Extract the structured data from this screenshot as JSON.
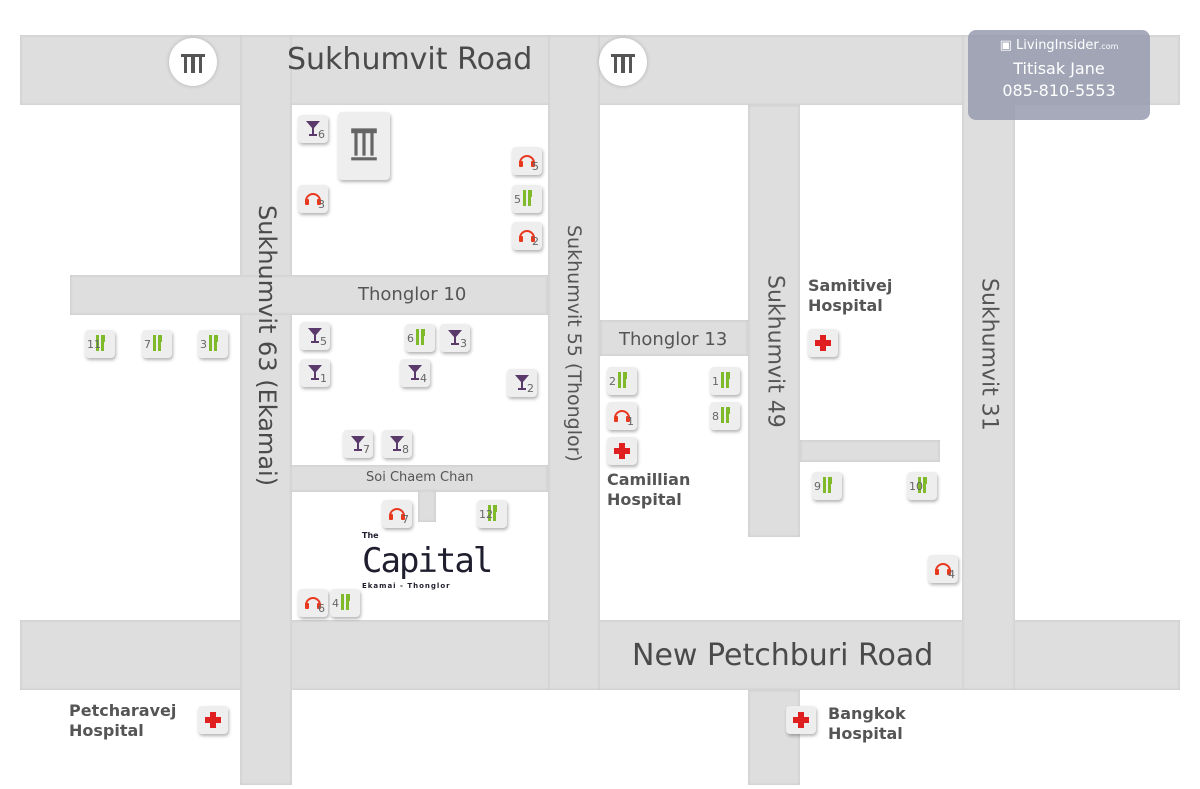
{
  "roads": {
    "sukhumvit": "Sukhumvit Road",
    "new_petchburi": "New Petchburi Road",
    "soi63": "Sukhumvit 63 (Ekamai)",
    "soi55": "Sukhumvit 55 (Thonglor)",
    "soi49": "Sukhumvit 49",
    "soi31": "Sukhumvit 31",
    "thonglor10": "Thonglor 10",
    "thonglor13": "Thonglor 13",
    "chaem_chan": "Soi Chaem Chan"
  },
  "hospitals": [
    {
      "name": "Samitivej Hospital",
      "line1": "Samitivej",
      "line2": "Hospital"
    },
    {
      "name": "Camillian Hospital",
      "line1": "Camillian",
      "line2": "Hospital"
    },
    {
      "name": "Petcharavej Hospital",
      "line1": "Petcharavej",
      "line2": "Hospital"
    },
    {
      "name": "Bangkok Hospital",
      "line1": "Bangkok",
      "line2": "Hospital"
    }
  ],
  "markers": [
    {
      "type": "bar",
      "num": "6"
    },
    {
      "type": "bar",
      "num": "5"
    },
    {
      "type": "bar",
      "num": "1"
    },
    {
      "type": "bar",
      "num": "3"
    },
    {
      "type": "bar",
      "num": "4"
    },
    {
      "type": "bar",
      "num": "2"
    },
    {
      "type": "bar",
      "num": "7"
    },
    {
      "type": "bar",
      "num": "8"
    },
    {
      "type": "music",
      "num": "3"
    },
    {
      "type": "music",
      "num": "5"
    },
    {
      "type": "music",
      "num": "2"
    },
    {
      "type": "music",
      "num": "1"
    },
    {
      "type": "music",
      "num": "7"
    },
    {
      "type": "music",
      "num": "6"
    },
    {
      "type": "music",
      "num": "4"
    },
    {
      "type": "food",
      "num": "11"
    },
    {
      "type": "food",
      "num": "7"
    },
    {
      "type": "food",
      "num": "3"
    },
    {
      "type": "food",
      "num": "5"
    },
    {
      "type": "food",
      "num": "6"
    },
    {
      "type": "food",
      "num": "2"
    },
    {
      "type": "food",
      "num": "1"
    },
    {
      "type": "food",
      "num": "8"
    },
    {
      "type": "food",
      "num": "12"
    },
    {
      "type": "food",
      "num": "4"
    },
    {
      "type": "food",
      "num": "9"
    },
    {
      "type": "food",
      "num": "10"
    }
  ],
  "project": {
    "small": "The",
    "name": "Capital",
    "sub": "Ekamai - Thonglor"
  },
  "colors": {
    "bar": "#5a3a6a",
    "music": "#e8391f",
    "food": "#7fba2a",
    "hospital": "#e02020",
    "road": "#dedede"
  },
  "badge": {
    "brand": "LivingInsider",
    "brand_suffix": ".com",
    "agent": "Titisak Jane",
    "phone": "085-810-5553"
  }
}
